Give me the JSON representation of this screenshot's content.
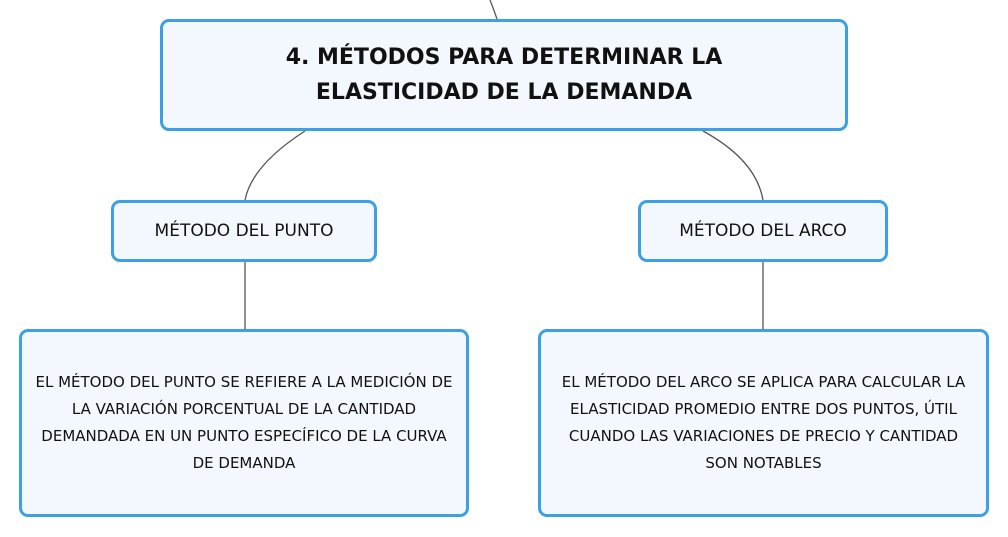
{
  "colors": {
    "node_border": "#3d9fe6",
    "node_fill": "#f2f8fd",
    "connector": "#555555",
    "text": "#111111"
  },
  "root": {
    "title": "4. MÉTODOS PARA DETERMINAR LA ELASTICIDAD DE LA DEMANDA"
  },
  "branches": [
    {
      "label": "MÉTODO DEL PUNTO",
      "detail": "EL MÉTODO DEL PUNTO SE REFIERE A LA MEDICIÓN DE LA VARIACIÓN PORCENTUAL DE LA CANTIDAD DEMANDADA EN UN PUNTO ESPECÍFICO DE LA CURVA DE DEMANDA"
    },
    {
      "label": "MÉTODO DEL ARCO",
      "detail": "EL MÉTODO DEL ARCO SE APLICA PARA CALCULAR LA ELASTICIDAD PROMEDIO ENTRE DOS PUNTOS, ÚTIL CUANDO LAS VARIACIONES DE PRECIO Y CANTIDAD SON NOTABLES"
    }
  ]
}
